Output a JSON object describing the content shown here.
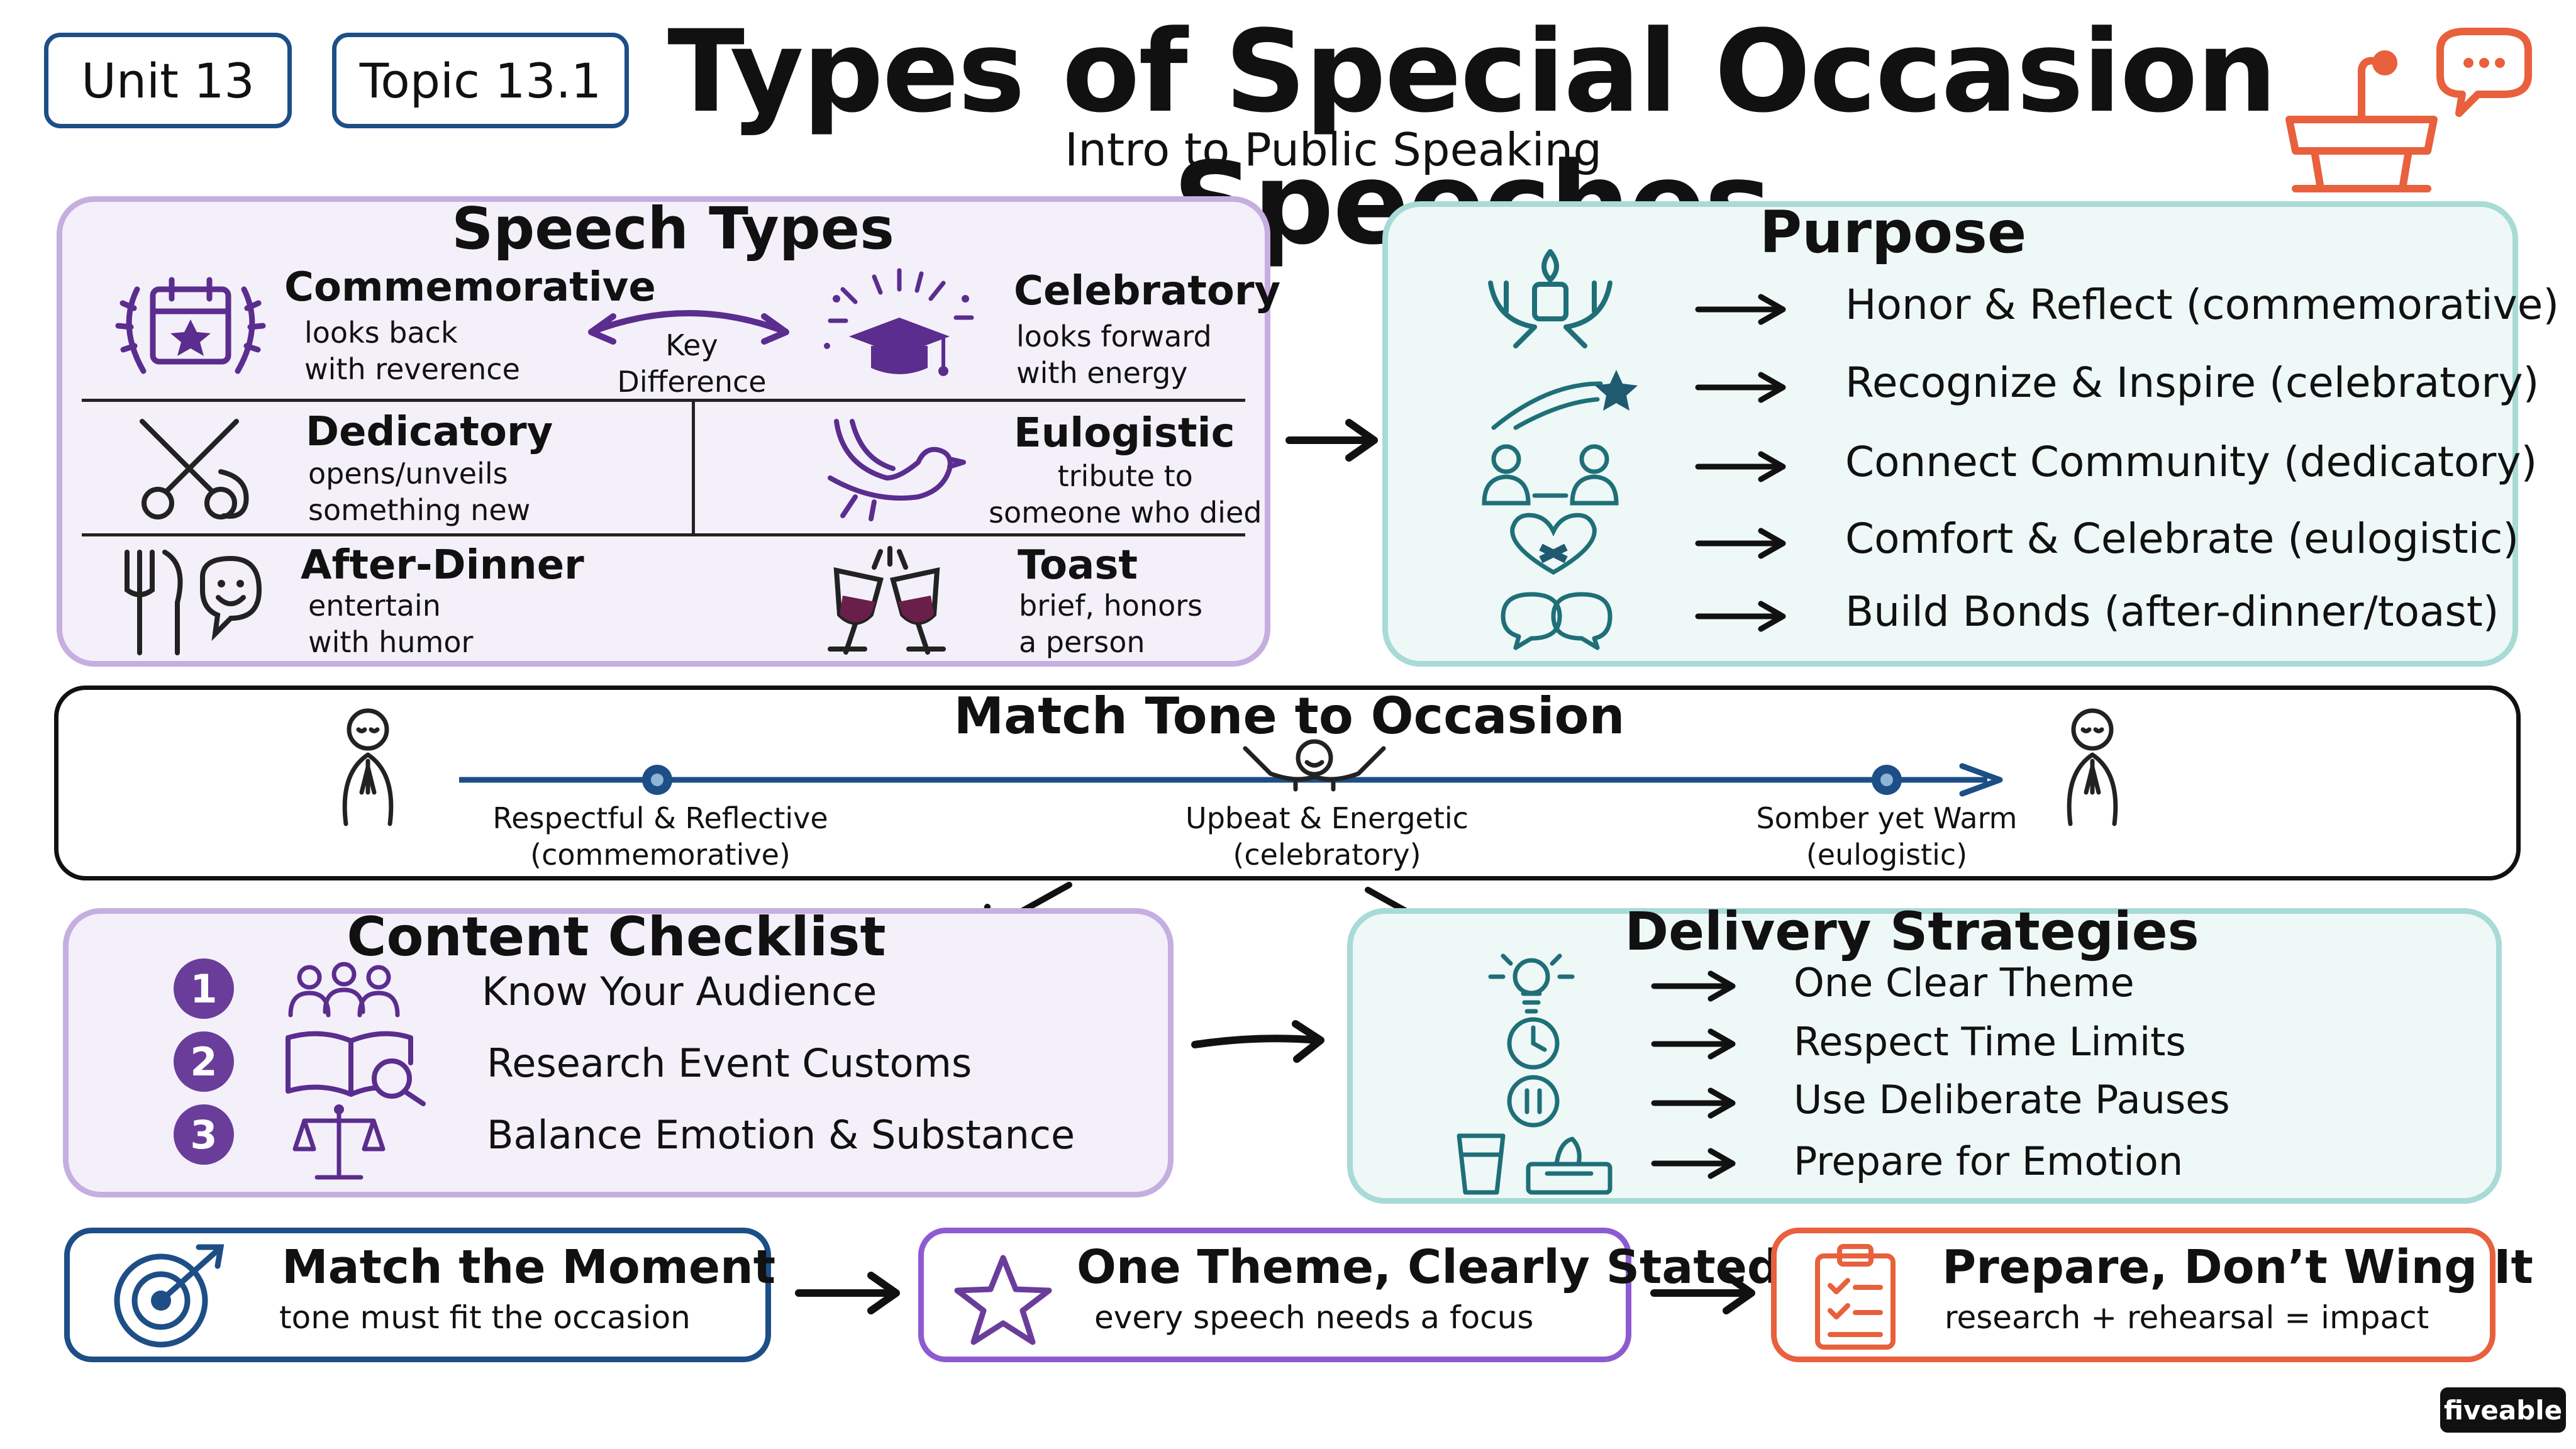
{
  "header": {
    "unit": "Unit 13",
    "topic": "Topic 13.1",
    "title": "Types of Special Occasion Speeches",
    "subtitle": "Intro to Public Speaking"
  },
  "speech_types": {
    "title": "Speech Types",
    "key_difference": "Key\nDifference",
    "items": [
      {
        "name": "Commemorative",
        "desc": "looks back\nwith reverence"
      },
      {
        "name": "Celebratory",
        "desc": "looks forward\nwith energy"
      },
      {
        "name": "Dedicatory",
        "desc": "opens/unveils\nsomething new"
      },
      {
        "name": "Eulogistic",
        "desc": "tribute to\nsomeone who died"
      },
      {
        "name": "After-Dinner",
        "desc": "entertain\nwith humor"
      },
      {
        "name": "Toast",
        "desc": "brief, honors\na person"
      }
    ]
  },
  "purpose": {
    "title": "Purpose",
    "items": [
      "Honor & Reflect (commemorative)",
      "Recognize & Inspire (celebratory)",
      "Connect Community (dedicatory)",
      "Comfort & Celebrate (eulogistic)",
      "Build Bonds (after-dinner/toast)"
    ]
  },
  "tone": {
    "title": "Match Tone to Occasion",
    "points": [
      {
        "label": "Respectful & Reflective\n(commemorative)"
      },
      {
        "label": "Upbeat & Energetic\n(celebratory)"
      },
      {
        "label": "Somber yet Warm\n(eulogistic)"
      }
    ]
  },
  "checklist": {
    "title": "Content Checklist",
    "items": [
      {
        "num": "1",
        "text": "Know Your Audience"
      },
      {
        "num": "2",
        "text": "Research Event Customs"
      },
      {
        "num": "3",
        "text": "Balance Emotion & Substance"
      }
    ]
  },
  "delivery": {
    "title": "Delivery Strategies",
    "items": [
      "One Clear Theme",
      "Respect Time Limits",
      "Use Deliberate Pauses",
      "Prepare for Emotion"
    ]
  },
  "takeaways": [
    {
      "title": "Match the Moment",
      "sub": "tone must fit the occasion"
    },
    {
      "title": "One Theme, Clearly Stated",
      "sub": "every speech needs a focus"
    },
    {
      "title": "Prepare, Don’t Wing It",
      "sub": "research + rehearsal = impact"
    }
  ],
  "brand": "fiveable",
  "colors": {
    "navy": "#1d4e86",
    "purple": "#6a3d9a",
    "teal": "#1f6f78",
    "orange": "#e8603c"
  }
}
